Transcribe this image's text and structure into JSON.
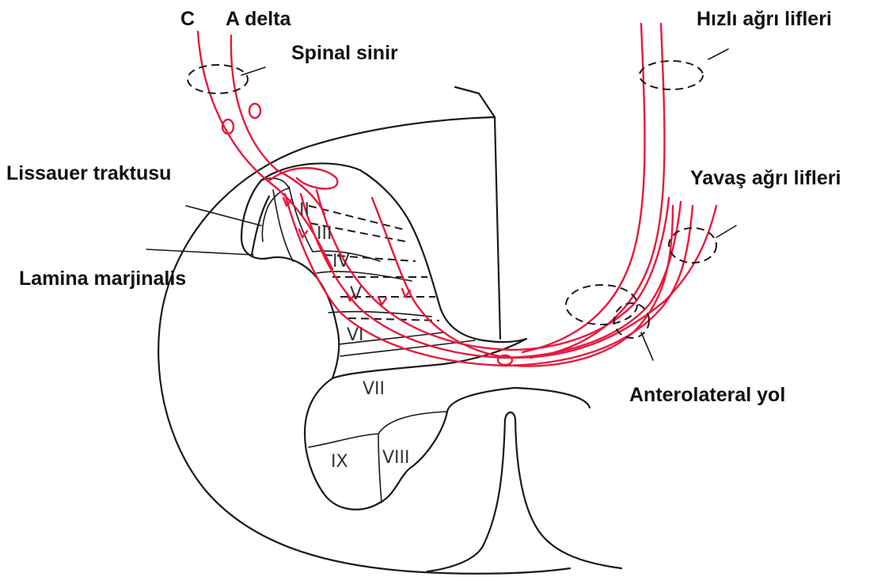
{
  "labels": {
    "c": "C",
    "a_delta": "A delta",
    "spinal_sinir": "Spinal sinir",
    "hizli": "Hızlı ağrı lifleri",
    "yavas": "Yavaş ağrı lifleri",
    "lissauer": "Lissauer traktusu",
    "lamina_marjinalis": "Lamina marjinalis",
    "anterolateral": "Anterolateral yol"
  },
  "laminae": {
    "ii": "II",
    "iii": "III",
    "iv": "IV",
    "v": "V",
    "vi": "VI",
    "vii": "VII",
    "viii": "VIII",
    "ix": "IX"
  },
  "colors": {
    "fiber": "#e8193c",
    "outline": "#1a1a1a"
  }
}
